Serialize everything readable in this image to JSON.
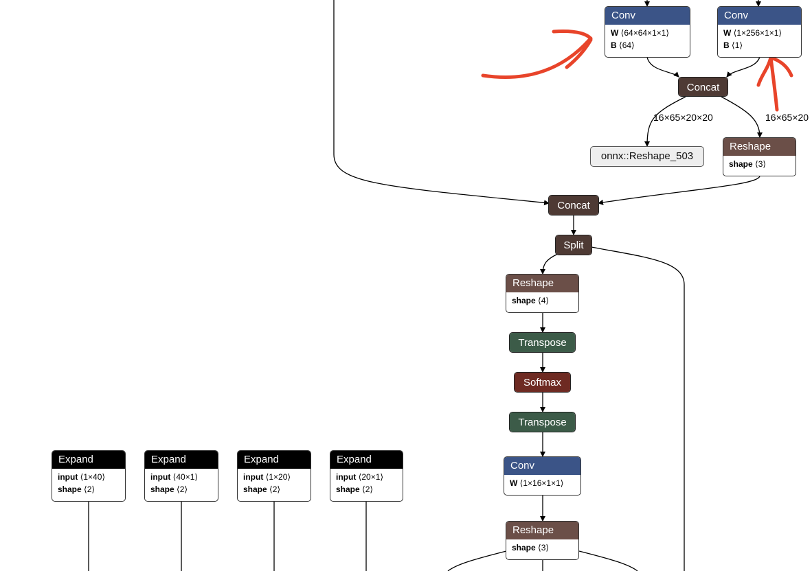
{
  "nodes": {
    "conv1": {
      "op": "Conv",
      "a1": "W",
      "v1": "⟨64×64×1×1⟩",
      "a2": "B",
      "v2": "⟨64⟩"
    },
    "conv2": {
      "op": "Conv",
      "a1": "W",
      "v1": "⟨1×256×1×1⟩",
      "a2": "B",
      "v2": "⟨1⟩"
    },
    "concat1": {
      "op": "Concat"
    },
    "output1": {
      "label": "onnx::Reshape_503"
    },
    "reshape1": {
      "op": "Reshape",
      "a1": "shape",
      "v1": "⟨3⟩"
    },
    "concat2": {
      "op": "Concat"
    },
    "split": {
      "op": "Split"
    },
    "reshape2": {
      "op": "Reshape",
      "a1": "shape",
      "v1": "⟨4⟩"
    },
    "transpose1": {
      "op": "Transpose"
    },
    "softmax": {
      "op": "Softmax"
    },
    "transpose2": {
      "op": "Transpose"
    },
    "conv3": {
      "op": "Conv",
      "a1": "W",
      "v1": "⟨1×16×1×1⟩"
    },
    "reshape3": {
      "op": "Reshape",
      "a1": "shape",
      "v1": "⟨3⟩"
    },
    "expand1": {
      "op": "Expand",
      "a1": "input",
      "v1": "⟨1×40⟩",
      "a2": "shape",
      "v2": "⟨2⟩"
    },
    "expand2": {
      "op": "Expand",
      "a1": "input",
      "v1": "⟨40×1⟩",
      "a2": "shape",
      "v2": "⟨2⟩"
    },
    "expand3": {
      "op": "Expand",
      "a1": "input",
      "v1": "⟨1×20⟩",
      "a2": "shape",
      "v2": "⟨2⟩"
    },
    "expand4": {
      "op": "Expand",
      "a1": "input",
      "v1": "⟨20×1⟩",
      "a2": "shape",
      "v2": "⟨2⟩"
    }
  },
  "edge_labels": {
    "concat_to_output": "16×65×20×20",
    "concat_to_reshape": "16×65×20"
  },
  "colors": {
    "conv": "#3b5487",
    "concat": "#4e3a34",
    "reshape": "#6b4f48",
    "transpose": "#3c5b48",
    "softmax": "#6e2a22",
    "expand": "#000000",
    "annotation": "#e8442a"
  }
}
